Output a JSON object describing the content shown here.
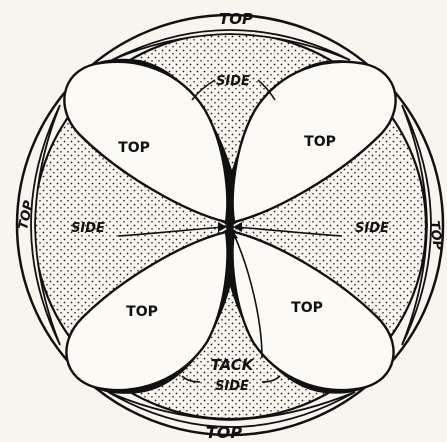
{
  "labels": {
    "top_upper": "TOP",
    "top_lower": "TOP",
    "top_left": "TOP",
    "top_right": "TOP",
    "petal_upper_left": "TOP",
    "petal_upper_right": "TOP",
    "petal_lower_left": "TOP",
    "petal_lower_right": "TOP",
    "side_upper": "SIDE",
    "side_left": "SIDE",
    "side_right": "SIDE",
    "side_lower": "SIDE",
    "tack": "TACK"
  },
  "colors": {
    "ink": "#111111",
    "paper": "#f7f5ee",
    "petal_fill": "#fbfaf5"
  }
}
